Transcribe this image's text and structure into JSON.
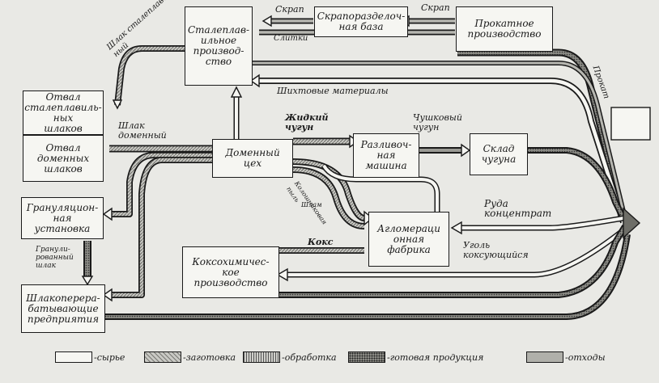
{
  "boxes": {
    "steel": "Сталеплав-\nильное\nпроизвод-\nство",
    "scrap_base": "Скрапоразделоч-\nная база",
    "rolling": "Прокатное\nпроизводство",
    "dump_steel": "Отвал\nсталеплавиль-\nных\nшлаков",
    "dump_blast": "Отвал\nдоменных\nшлаков",
    "blast": "Доменный\nцех",
    "casting": "Разливоч-\nная\nмашина",
    "pig_store": "Склад\nчугуна",
    "granul": "Грануляцион-\nная\nустановка",
    "sinter": "Агломераци\nонная\nфабрика",
    "coke": "Коксохимичес-\nкое\nпроизводство",
    "slag_proc": "Шлакоперера-\nбатывающие\nпредприятия"
  },
  "labels": {
    "scrap": "Скрап",
    "scrap2": "Скрап",
    "slitki": "Слитки",
    "shikht": "Шихтовые материалы",
    "slag_steel": "Шлак сталеплавиль-\nный",
    "slag_blast": "Шлак\nдоменный",
    "liquid_iron": "Жидкий\nчугун",
    "pig_iron": "Чушковый\nчугун",
    "ore": "Руда\nконцентрат",
    "coal": "Уголь\nкоксующийся",
    "coke": "Кокс",
    "prokat": "Прокат",
    "gran_slag": "Гранули-\nрованный\nшлак",
    "dust": "Колошниковая\nпыль",
    "sludge": "Шлам"
  },
  "legend": [
    {
      "label": "-сырье",
      "color": "#f6f6f2"
    },
    {
      "label": "-заготовка",
      "color": "#bdbdb8"
    },
    {
      "label": "-обработка",
      "color": "#9a9a94"
    },
    {
      "label": "-готовая продукция",
      "color": "#6e6e68"
    },
    {
      "label": "-отходы",
      "color": "#b0b0aa"
    }
  ]
}
